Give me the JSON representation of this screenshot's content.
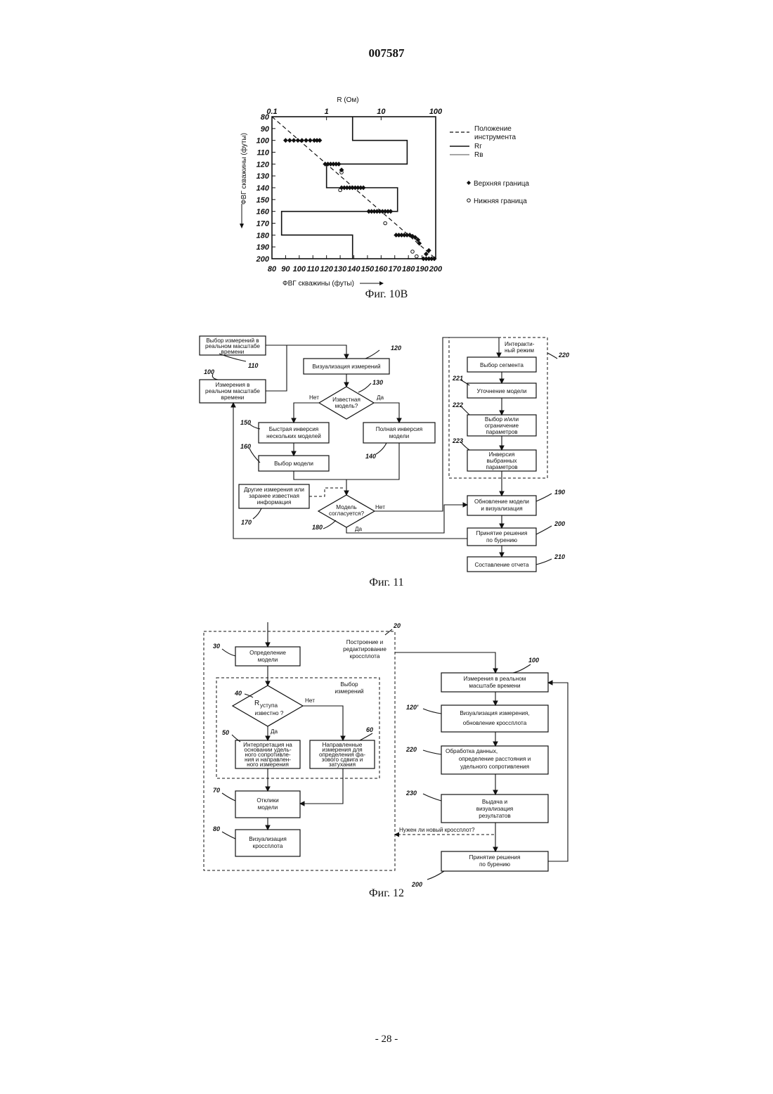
{
  "header": {
    "doc_number": "007587"
  },
  "footer": {
    "page": "- 28 -"
  },
  "fig10b": {
    "caption": "Фиг. 10В",
    "chart_data": {
      "type": "line",
      "title": "",
      "xlabel_top": "R (Ом)",
      "xlabel_bottom": "ФВГ скважины (футы)",
      "ylabel": "ФВГ скважины (футы)",
      "x_top_scale": "log",
      "x_top_ticks": [
        "0.1",
        "1",
        "10",
        "100"
      ],
      "x_bottom_ticks": [
        "80",
        "90",
        "100",
        "110",
        "120",
        "130",
        "140",
        "150",
        "160",
        "170",
        "180",
        "190",
        "200"
      ],
      "y_ticks": [
        "80",
        "90",
        "100",
        "110",
        "120",
        "130",
        "140",
        "150",
        "160",
        "170",
        "180",
        "190",
        "200"
      ],
      "xlim_bottom": [
        80,
        200
      ],
      "ylim": [
        200,
        80
      ],
      "legend_placement": "right",
      "legend": [
        {
          "name": "Положение",
          "name2": "инструмента",
          "style": "dashed"
        },
        {
          "name": "Rг",
          "style": "solid"
        },
        {
          "name": "Rв",
          "style": "thin"
        },
        {
          "name": "Верхняя граница",
          "style": "diamond"
        },
        {
          "name": "Нижняя граница",
          "style": "circle"
        }
      ],
      "series": [
        {
          "key": "tool",
          "points": [
            [
              80,
              80
            ],
            [
              200,
              200
            ]
          ]
        },
        {
          "key": "rg",
          "log_r": [
            [
              3.0,
              80
            ],
            [
              3.0,
              100
            ],
            [
              30,
              100
            ],
            [
              30,
              120
            ],
            [
              1.0,
              120
            ],
            [
              1.0,
              140
            ],
            [
              20,
              140
            ],
            [
              20,
              160
            ],
            [
              0.15,
              160
            ],
            [
              0.15,
              180
            ],
            [
              3.0,
              180
            ],
            [
              3.0,
              200
            ]
          ]
        },
        {
          "key": "rv",
          "log_r": [
            [
              30,
              200
            ],
            [
              60,
              200
            ]
          ]
        }
      ],
      "upper_boundary": [
        [
          90,
          100
        ],
        [
          93,
          100
        ],
        [
          96,
          100
        ],
        [
          99,
          100
        ],
        [
          102,
          100
        ],
        [
          105,
          100
        ],
        [
          108,
          100
        ],
        [
          111,
          100
        ],
        [
          113,
          100
        ],
        [
          115,
          100
        ],
        [
          119,
          120
        ],
        [
          121,
          120
        ],
        [
          123,
          120
        ],
        [
          125,
          120
        ],
        [
          127,
          120
        ],
        [
          129,
          120
        ],
        [
          131,
          125
        ],
        [
          131,
          140
        ],
        [
          133,
          140
        ],
        [
          135,
          140
        ],
        [
          137,
          140
        ],
        [
          139,
          140
        ],
        [
          141,
          140
        ],
        [
          143,
          140
        ],
        [
          145,
          140
        ],
        [
          147,
          140
        ],
        [
          151,
          160
        ],
        [
          153,
          160
        ],
        [
          155,
          160
        ],
        [
          157,
          160
        ],
        [
          159,
          160
        ],
        [
          161,
          160
        ],
        [
          163,
          160
        ],
        [
          165,
          160
        ],
        [
          167,
          160
        ],
        [
          171,
          180
        ],
        [
          173,
          180
        ],
        [
          175,
          180
        ],
        [
          177,
          180
        ],
        [
          179,
          180
        ],
        [
          181,
          180
        ],
        [
          183,
          181
        ],
        [
          185,
          182
        ],
        [
          187,
          184
        ],
        [
          188,
          187
        ],
        [
          191,
          200
        ],
        [
          193,
          200
        ],
        [
          195,
          200
        ],
        [
          197,
          200
        ],
        [
          199,
          200
        ],
        [
          193,
          196
        ],
        [
          195,
          193
        ]
      ],
      "lower_boundary": [
        [
          131,
          127
        ],
        [
          130,
          142
        ],
        [
          163,
          170
        ],
        [
          183,
          194
        ],
        [
          186,
          198
        ]
      ]
    }
  },
  "fig11": {
    "caption": "Фиг. 11",
    "boxes": {
      "b110": [
        "Выбор измерений в",
        "реальном масштабе",
        "времени"
      ],
      "b100": [
        "Измерения в",
        "реальном масштабе",
        "времени"
      ],
      "b120": [
        "Визуализация измерений"
      ],
      "d130": [
        "Известная",
        "модель?"
      ],
      "b150": [
        "Быстрая инверсия",
        "нескольких моделей"
      ],
      "b140": [
        "Полная инверсия",
        "модели"
      ],
      "b160": [
        "Выбор модели"
      ],
      "b170": [
        "Другие измерения или",
        "заранее известная",
        "информация"
      ],
      "d180": [
        "Модель",
        "согласуется?"
      ],
      "b220_title": [
        "Интеракти-",
        "ный режим"
      ],
      "b_seg": [
        "Выбор сегмента"
      ],
      "b221": [
        "Уточнение модели"
      ],
      "b222": [
        "Выбор и/или",
        "ограничение",
        "параметров"
      ],
      "b223": [
        "Инверсия",
        "выбранных",
        "параметров"
      ],
      "b190": [
        "Обновление модели",
        "и визуализация"
      ],
      "b200": [
        "Принятие решения",
        "по бурению"
      ],
      "b210": [
        "Составление отчета"
      ]
    },
    "labels": {
      "no": "Нет",
      "yes": "Да"
    },
    "refs": {
      "r110": "110",
      "r100": "100",
      "r120": "120",
      "r130": "130",
      "r150": "150",
      "r160": "160",
      "r140": "140",
      "r170": "170",
      "r180": "180",
      "r220": "220",
      "r221": "221",
      "r222": "222",
      "r223": "223",
      "r190": "190",
      "r200": "200",
      "r210": "210"
    }
  },
  "fig12": {
    "caption": "Фиг. 12",
    "boxes": {
      "outer_title": [
        "Построение и",
        "редактирование",
        "кроссплота"
      ],
      "b30": [
        "Определение",
        "модели"
      ],
      "inner_title": [
        "Выбор",
        "измерений"
      ],
      "d40": [
        "R",
        "уступа",
        "известно ?"
      ],
      "b50": [
        "Интерпретация на",
        "основании удель-",
        "ного сопротивле-",
        "ния и направлен-",
        "ного измерения"
      ],
      "b60": [
        "Направленные",
        "измерения для",
        "определения фа-",
        "зового сдвига  и",
        "затухания"
      ],
      "b70": [
        "Отклики",
        "модели"
      ],
      "b80": [
        "Визуализация",
        "кроссплота"
      ],
      "b100": [
        "Измерения в реальном",
        "масштабе времени"
      ],
      "b120": [
        "Визуализация измерения,",
        "обновление кроссплота"
      ],
      "b220": [
        "Обработка данных,",
        "определение расстояния   и",
        "удельного сопротивления"
      ],
      "b230": [
        "Выдача и",
        "визуализация",
        "результатов"
      ],
      "question": "Нужен ли новый кроссплот?",
      "b200": [
        "Принятие решения",
        "по бурению"
      ]
    },
    "labels": {
      "no": "Нет",
      "yes": "Да"
    },
    "refs": {
      "r20": "20",
      "r30": "30",
      "r40": "40",
      "r50": "50",
      "r60": "60",
      "r70": "70",
      "r80": "80",
      "r100": "100",
      "r120": "120'",
      "r220": "220",
      "r230": "230",
      "r200": "200"
    }
  }
}
